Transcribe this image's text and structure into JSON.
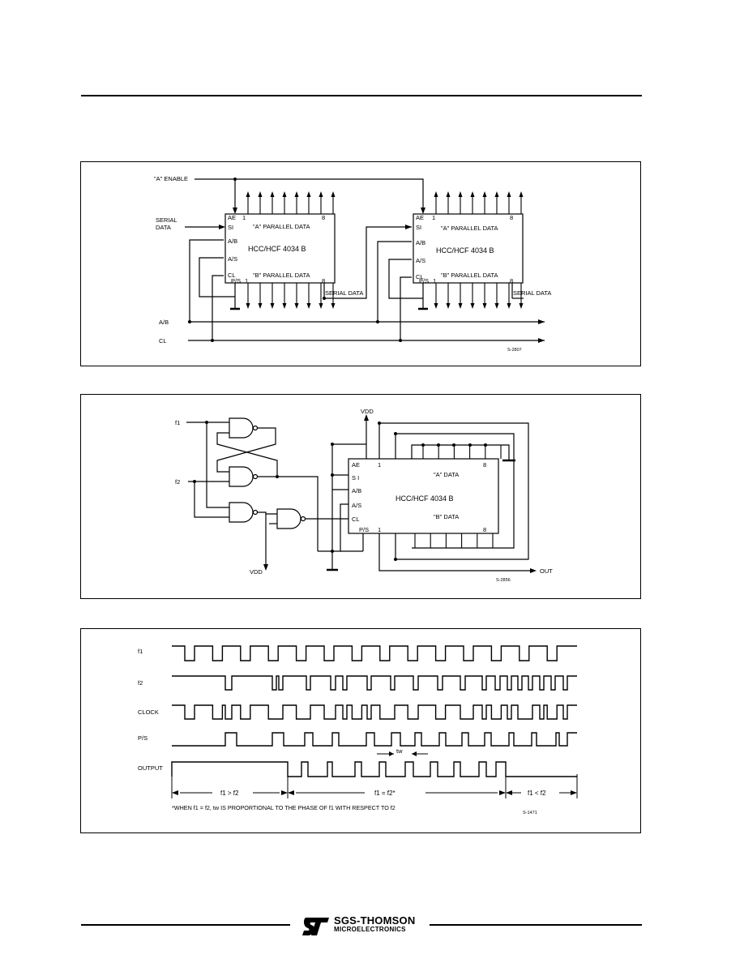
{
  "footer": {
    "brand": "SGS-THOMSON",
    "sub": "MICROELECTRONICS"
  },
  "fig1": {
    "a_enable": "\"A\" ENABLE",
    "serial_data_in": [
      "SERIAL",
      "DATA"
    ],
    "ab": "A/B",
    "cl": "CL",
    "pin_ae": "AE",
    "pin_si": "SI",
    "pin_ab": "A/B",
    "pin_as": "A/S",
    "pin_cl": "CL",
    "pin_ps": "P/S",
    "one": "1",
    "eight": "8",
    "a_parallel": "\"A\" PARALLEL DATA",
    "b_parallel": "\"B\" PARALLEL DATA",
    "chip": "HCC/HCF 4034 B",
    "serial_data_out": "SERIAL DATA",
    "ref": "S-2807"
  },
  "fig2": {
    "f1": "f1",
    "f2": "f2",
    "vdd": "VDD",
    "pin_ae": "AE",
    "pin_si": "S I",
    "pin_ab": "A/B",
    "pin_as": "A/S",
    "pin_cl": "CL",
    "pin_ps": "P/S",
    "one": "1",
    "eight": "8",
    "a_data": "\"A\" DATA",
    "b_data": "\"B\" DATA",
    "chip": "HCC/HCF 4034 B",
    "out": "OUT",
    "ref": "S-2856"
  },
  "fig3": {
    "signals": [
      "f1",
      "f2",
      "CLOCK",
      "P/S",
      "OUTPUT"
    ],
    "tw": "tw",
    "regions": [
      "f1 > f2",
      "f1 = f2*",
      "f1 < f2"
    ],
    "note": "*WHEN f1 = f2, tw IS PROPORTIONAL TO THE PHASE OF f1 WITH RESPECT TO f2",
    "ref": "S-1471"
  }
}
